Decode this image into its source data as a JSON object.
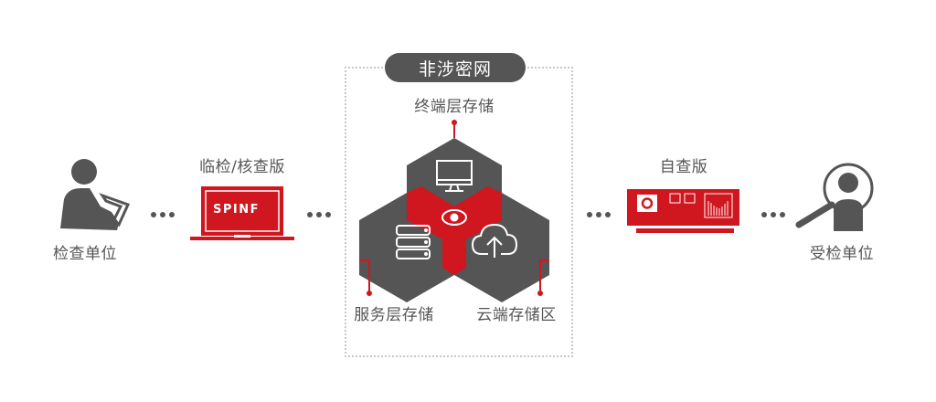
{
  "nodes": {
    "inspector": {
      "label": "检查单位",
      "icon": "person-with-tablet-icon"
    },
    "onsite_version": {
      "label": "临检/核查版",
      "icon": "laptop-icon",
      "screen_text": "SPINF"
    },
    "network_zone": {
      "title": "非涉密网",
      "layers": {
        "terminal": {
          "label": "终端层存储",
          "icon": "monitor-icon"
        },
        "service": {
          "label": "服务层存储",
          "icon": "server-icon"
        },
        "cloud": {
          "label": "云端存储区",
          "icon": "cloud-upload-icon"
        },
        "center": {
          "icon": "eye-icon"
        }
      }
    },
    "self_check_version": {
      "label": "自查版",
      "icon": "device-box-icon"
    },
    "inspected": {
      "label": "受检单位",
      "icon": "magnifier-person-icon"
    }
  },
  "colors": {
    "accent": "#d0161f",
    "dark": "#555555",
    "text": "#555555",
    "dotted_border": "#c8c8c8"
  }
}
